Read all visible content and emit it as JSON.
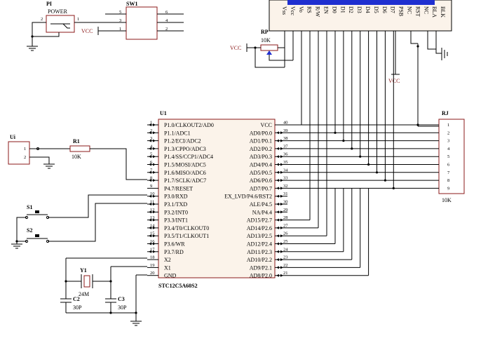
{
  "parts": {
    "power": {
      "ref": "PI",
      "name": "POWER",
      "pins": [
        "2",
        "1"
      ]
    },
    "switch": {
      "ref": "SW1",
      "pins_left": [
        "5",
        "3",
        "1"
      ],
      "pins_right": [
        "6",
        "4",
        "2"
      ]
    },
    "vcc": "VCC",
    "pot": {
      "ref": "RP",
      "value": "10K"
    },
    "lcd": {
      "pins": [
        "Vss",
        "Vcc",
        "Vo",
        "RS",
        "R/W",
        "EN",
        "D0",
        "D1",
        "D2",
        "D3",
        "D4",
        "D5",
        "D6",
        "D7",
        "PSB",
        "NC",
        "RST",
        "NC",
        "BLA",
        "BLK"
      ]
    },
    "mcu": {
      "ref": "U1",
      "name": "STC12C5A60S2",
      "left_pins": [
        {
          "num": "1",
          "name": "P1.0/CLKOUT2/AD0"
        },
        {
          "num": "2",
          "name": "P1.1/ADC1"
        },
        {
          "num": "3",
          "name": "P1.2/ECI/ADC2"
        },
        {
          "num": "4",
          "name": "P1.3/CPPO/ADC3"
        },
        {
          "num": "5",
          "name": "P1.4/SS/CCP1/ADC4"
        },
        {
          "num": "6",
          "name": "P1.5/MOSI/ADC5"
        },
        {
          "num": "7",
          "name": "P1.6/MISO/ADC6"
        },
        {
          "num": "8",
          "name": "P1.7/SCLK/ADC7"
        },
        {
          "num": "9",
          "name": "P4.7/RESET"
        },
        {
          "num": "10",
          "name": "P3.0/RXD"
        },
        {
          "num": "11",
          "name": "P3.1/TXD"
        },
        {
          "num": "12",
          "name": "P3.2/INT0"
        },
        {
          "num": "13",
          "name": "P3.3/INT1"
        },
        {
          "num": "14",
          "name": "P3.4/T0/CLKOUT0"
        },
        {
          "num": "15",
          "name": "P3.5/T1/CLKOUT1"
        },
        {
          "num": "16",
          "name": "P3.6/WR"
        },
        {
          "num": "17",
          "name": "P3.7/RD"
        },
        {
          "num": "18",
          "name": "X2"
        },
        {
          "num": "19",
          "name": "X1"
        },
        {
          "num": "20",
          "name": "GND"
        }
      ],
      "right_pins": [
        {
          "num": "40",
          "name": "VCC"
        },
        {
          "num": "39",
          "name": "AD0/P0.0"
        },
        {
          "num": "38",
          "name": "AD1/P0.1"
        },
        {
          "num": "37",
          "name": "AD2/P0.2"
        },
        {
          "num": "36",
          "name": "AD3/P0.3"
        },
        {
          "num": "35",
          "name": "AD4/P0.4"
        },
        {
          "num": "34",
          "name": "AD5/P0.5"
        },
        {
          "num": "33",
          "name": "AD6/P0.6"
        },
        {
          "num": "32",
          "name": "AD7/P0.7"
        },
        {
          "num": "31",
          "name": "EX_LVD/P4.6/RST2"
        },
        {
          "num": "30",
          "name": "ALE/P4.5"
        },
        {
          "num": "29",
          "name": "NA/P4.4"
        },
        {
          "num": "28",
          "name": "AD15/P2.7"
        },
        {
          "num": "27",
          "name": "AD14/P2.6"
        },
        {
          "num": "26",
          "name": "AD13/P2.5"
        },
        {
          "num": "25",
          "name": "AD12/P2.4"
        },
        {
          "num": "24",
          "name": "AD11/P2.3"
        },
        {
          "num": "23",
          "name": "AD10/P2.2"
        },
        {
          "num": "22",
          "name": "AD9/P2.1"
        },
        {
          "num": "21",
          "name": "AD8/P2.0"
        }
      ]
    },
    "ui": {
      "ref": "Ui",
      "pins": [
        "1",
        "2"
      ]
    },
    "r1": {
      "ref": "R1",
      "value": "10K"
    },
    "s1": {
      "ref": "S1"
    },
    "s2": {
      "ref": "S2"
    },
    "crystal": {
      "ref": "Y1",
      "value": "24M"
    },
    "c2": {
      "ref": "C2",
      "value": "30P"
    },
    "c3": {
      "ref": "C3",
      "value": "30P"
    },
    "rj": {
      "ref": "RJ",
      "value": "10K",
      "pins": [
        "1",
        "2",
        "3",
        "4",
        "5",
        "6",
        "7",
        "8",
        "9"
      ]
    }
  },
  "colors": {
    "wire": "#000000",
    "component": "#8b1a1a",
    "body_fill": "#fbf3ea",
    "lcd_screen": "#1f2fd0"
  }
}
